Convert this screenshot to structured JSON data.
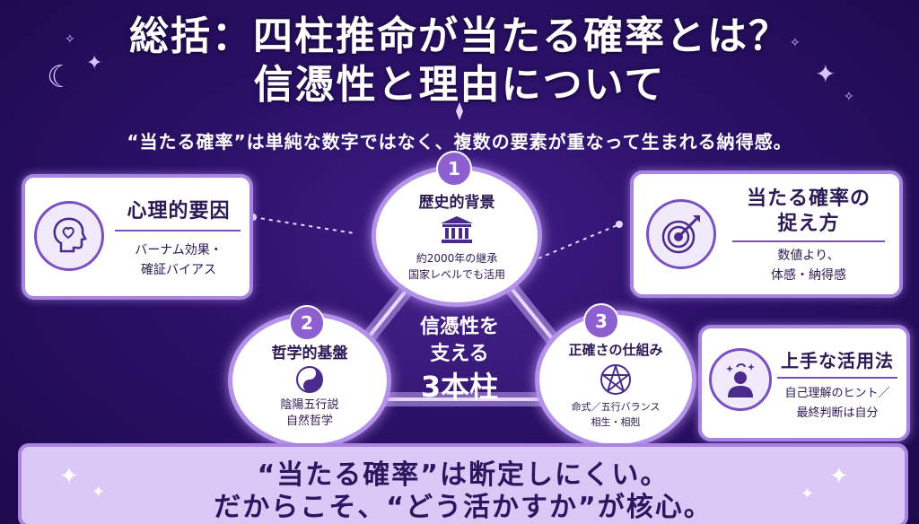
{
  "header": {
    "title_line1": "総括：四柱推命が当たる確率とは？",
    "title_line2": "信憑性と理由について",
    "subtitle": "“当たる確率”は単純な数字ではなく、複数の要素が重なって生まれる納得感。"
  },
  "pillars": [
    {
      "number": "1",
      "title": "歴史的背景",
      "lines": [
        "約2000年の継承",
        "国家レベルでも活用"
      ],
      "icon": "temple-icon"
    },
    {
      "number": "2",
      "title": "哲学的基盤",
      "lines": [
        "陰陽五行説",
        "自然哲学"
      ],
      "icon": "yin-yang-icon"
    },
    {
      "number": "3",
      "title": "正確さの仕組み",
      "lines": [
        "命式／五行バランス",
        "相生・相剋"
      ],
      "icon": "pentagram-icon"
    }
  ],
  "center": {
    "line1": "信憑性を",
    "line2": "支える",
    "line3": "3本柱"
  },
  "cards": {
    "psychology": {
      "title": "心理的要因",
      "lines": [
        "バーナム効果・",
        "確証バイアス"
      ],
      "icon": "head-heart-icon"
    },
    "probability": {
      "title_line1": "当たる確率の",
      "title_line2": "捉え方",
      "lines": [
        "数値より、",
        "体感・納得感"
      ],
      "icon": "target-arrow-icon"
    },
    "usage": {
      "title": "上手な活用法",
      "lines": [
        "自己理解のヒント／",
        "最終判断は自分"
      ],
      "icon": "person-sparkle-icon"
    }
  },
  "banner": {
    "line1": "“当たる確率”は断定しにくい。",
    "line2": "だからこそ、“どう活かすか”が核心。"
  },
  "colors": {
    "background": "#2b1067",
    "accent": "#a884e0",
    "banner": "#dcc8f7",
    "text_dark": "#2b1a55"
  }
}
